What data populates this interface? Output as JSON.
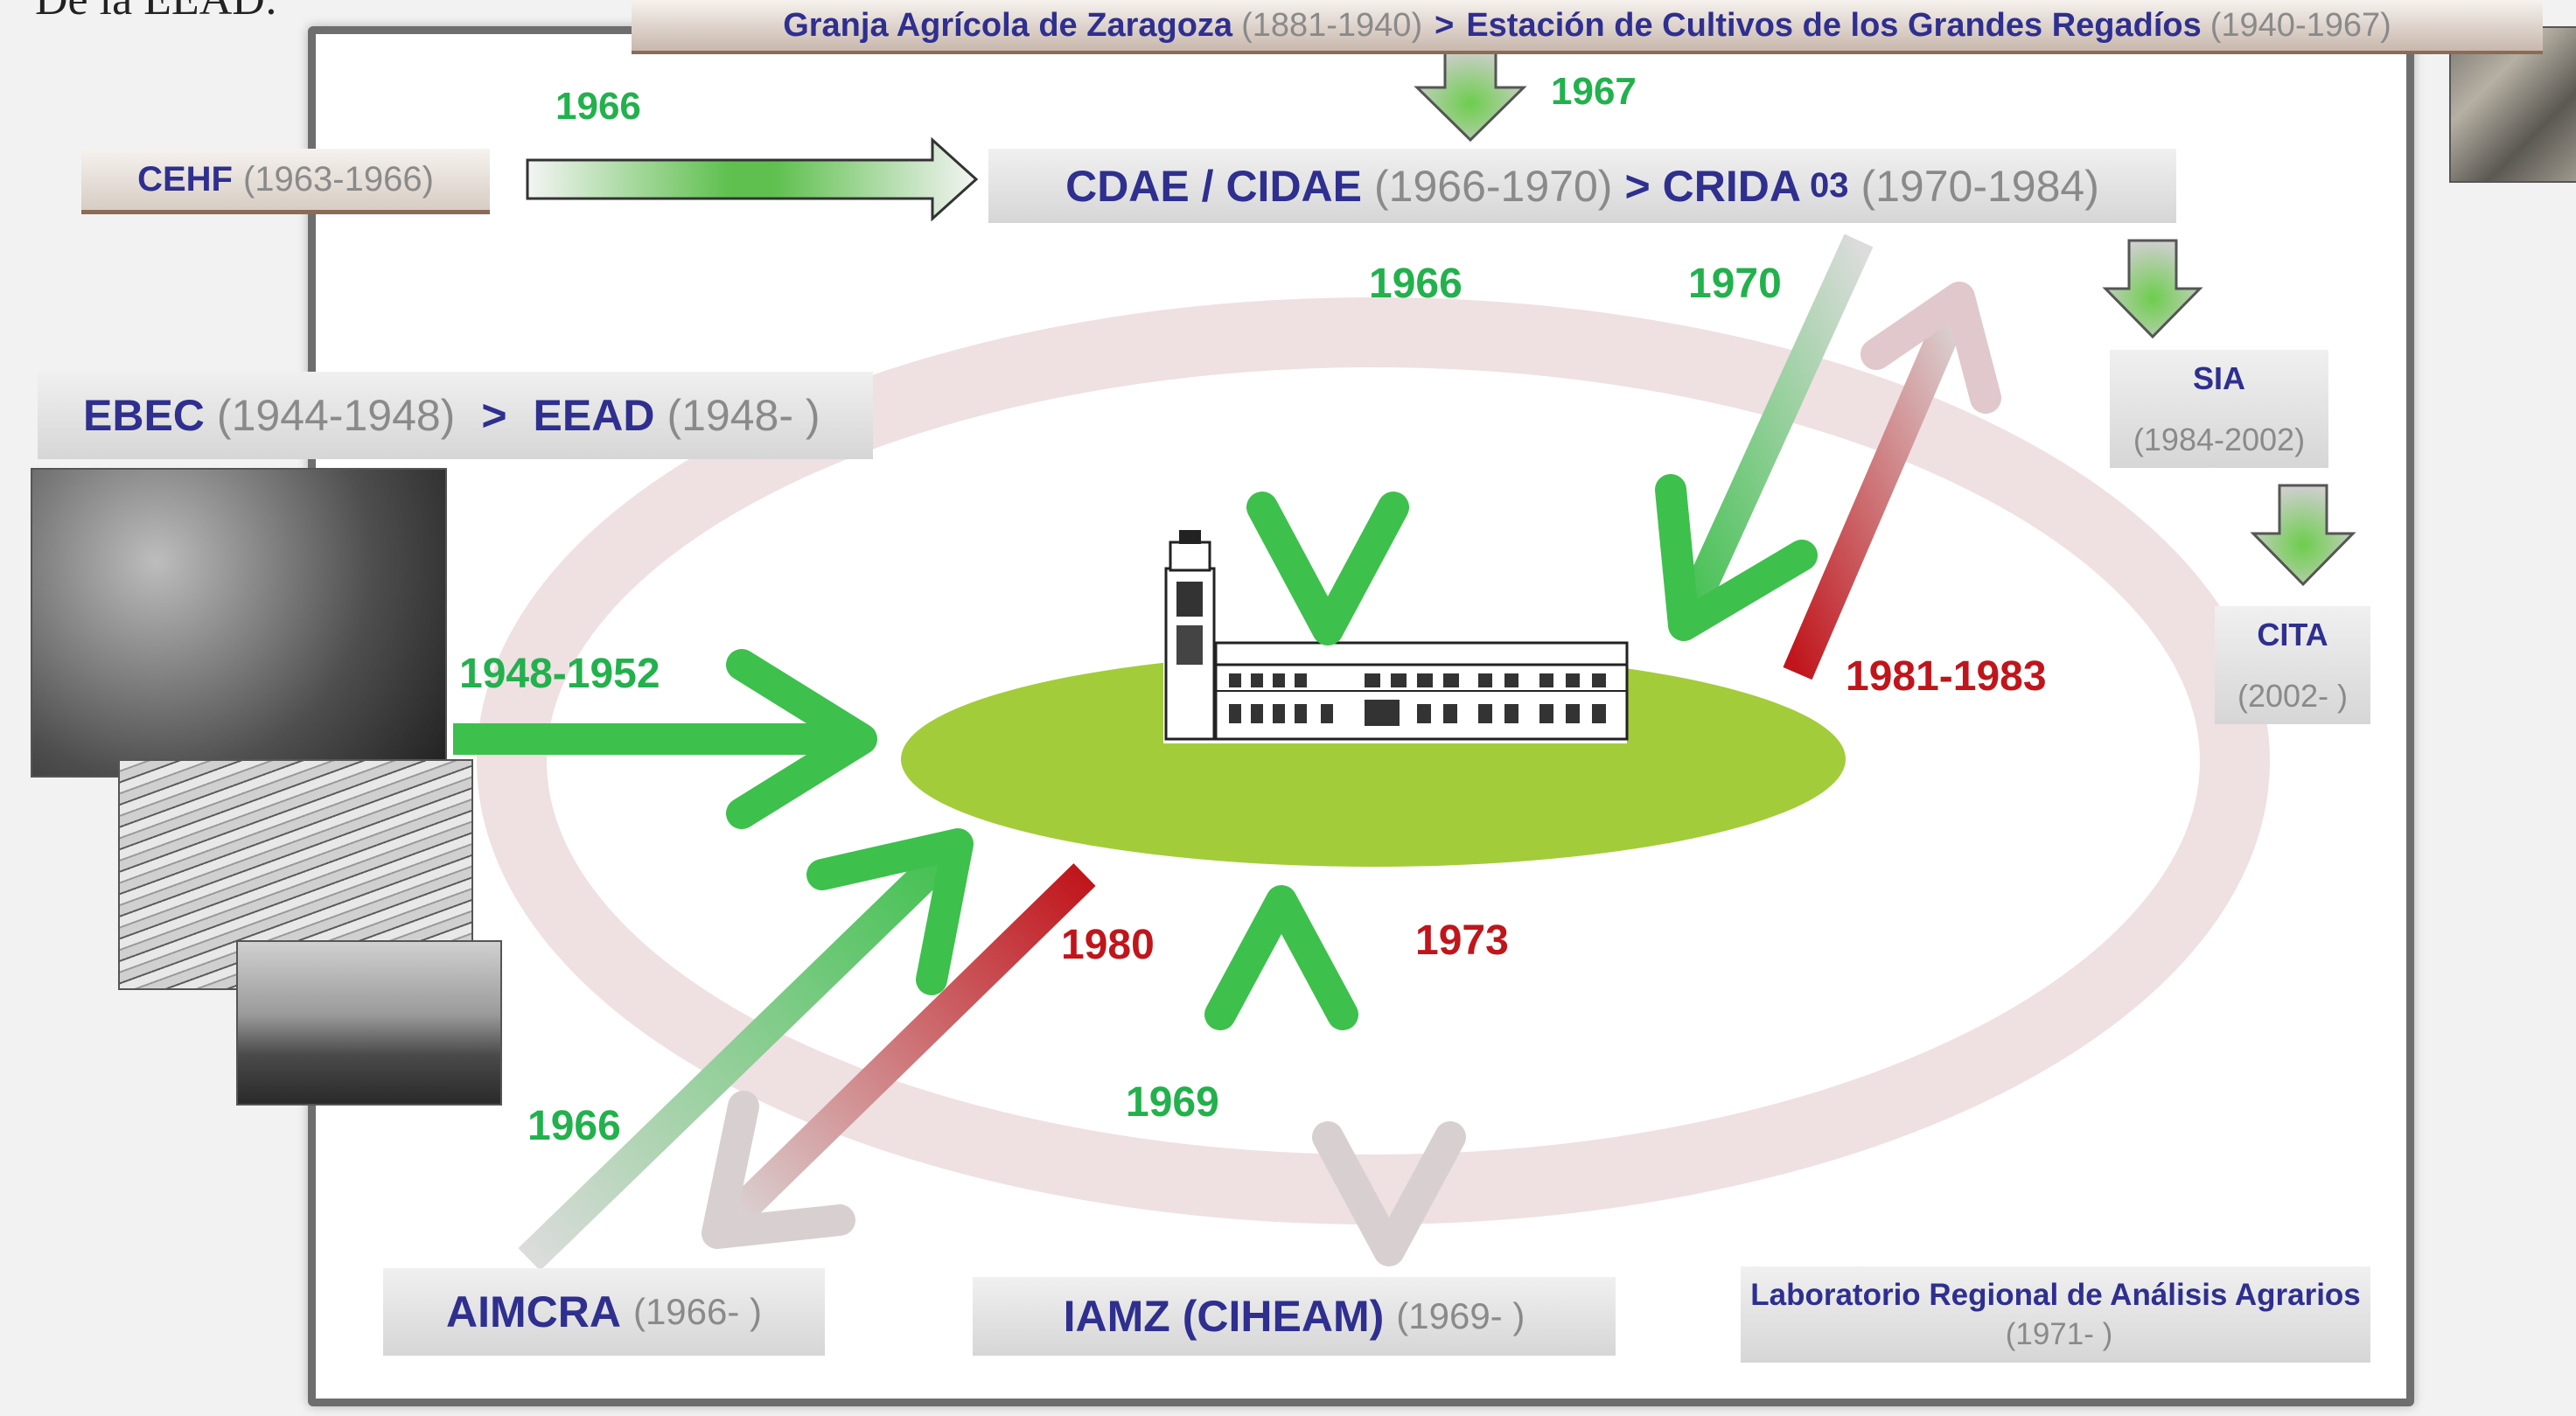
{
  "heading_partial": "De la EEAD:",
  "top_banner": {
    "name1": "Granja Agrícola de Zaragoza",
    "dates1": "(1881-1940)",
    "sep": ">",
    "name2": "Estación de Cultivos de los Grandes Regadíos",
    "dates2": "(1940-1967)"
  },
  "cehf": {
    "name": "CEHF",
    "dates": "(1963-1966)"
  },
  "cdae": {
    "name1": "CDAE / CIDAE",
    "dates1": "(1966-1970)",
    "sep": ">",
    "name2": "CRIDA",
    "num": "03",
    "dates2": "(1970-1984)"
  },
  "ebec": {
    "name1": "EBEC",
    "dates1": "(1944-1948)",
    "sep": ">",
    "name2": "EEAD",
    "dates2": "(1948-  )"
  },
  "sia": {
    "name": "SIA",
    "dates": "(1984-2002)"
  },
  "cita": {
    "name": "CITA",
    "dates": "(2002-  )"
  },
  "aimcra": {
    "name": "AIMCRA",
    "dates": "(1966-  )"
  },
  "iamz": {
    "name": "IAMZ (CIHEAM)",
    "dates": "(1969-  )"
  },
  "lab": {
    "name": "Laboratorio Regional de Análisis Agrarios",
    "dates": "(1971-  )"
  },
  "years": {
    "top_1967": "1967",
    "cehf_1966": "1966",
    "cdae_1966": "1966",
    "crida_1970": "1970",
    "ebec_1948_1952": "1948-1952",
    "crida_1981_1983": "1981-1983",
    "aimcra_1966": "1966",
    "aimcra_1980": "1980",
    "iamz_1969": "1969",
    "iamz_1973": "1973"
  },
  "colors": {
    "green": "#22b14c",
    "red": "#c0151b",
    "navy": "#2e2f8f",
    "ellipse_green": "#a3cc3a",
    "ring": "#efe0e2"
  }
}
